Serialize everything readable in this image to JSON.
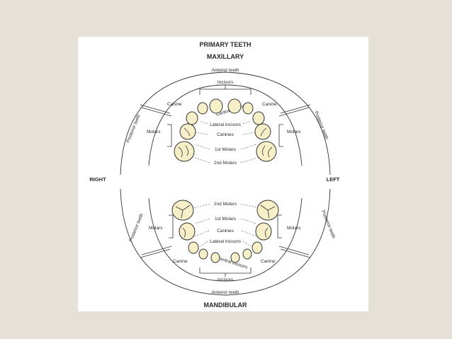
{
  "diagram": {
    "title": "PRIMARY TEETH",
    "maxillary": {
      "jaw_label": "MAXILLARY",
      "anterior_label": "Anterior teeth",
      "incisors_label": "Incisors",
      "central_incisors_label": "Central incisors",
      "lateral_incisors_label": "Lateral incisors",
      "canines_label": "Canines",
      "first_molars_label": "1st Molars",
      "second_molars_label": "2nd Molars",
      "canine_left_label": "Canine",
      "canine_right_label": "Canine",
      "molars_left_label": "Molars",
      "molars_right_label": "Molars",
      "posterior_left_label": "Posterior teeth",
      "posterior_right_label": "Posterior teeth"
    },
    "right_label": "RIGHT",
    "left_label": "LEFT",
    "mandibular": {
      "jaw_label": "MANDIBULAR",
      "anterior_label": "Anterior teeth",
      "incisors_label": "Incisors",
      "central_incisors_label": "Central incisors",
      "lateral_incisors_label": "Lateral incisors",
      "canines_label": "Canines",
      "first_molars_label": "1st Molars",
      "second_molars_label": "2nd Molars",
      "canine_left_label": "Canine",
      "canine_right_label": "Canine",
      "molars_left_label": "Molars",
      "molars_right_label": "Molars",
      "posterior_left_label": "Posterior teeth",
      "posterior_right_label": "Posterior teeth"
    }
  },
  "colors": {
    "slide_background": "#e6e1d8",
    "panel_background": "#ffffff",
    "tooth_fill": "#f7efc8",
    "line": "#333333"
  }
}
